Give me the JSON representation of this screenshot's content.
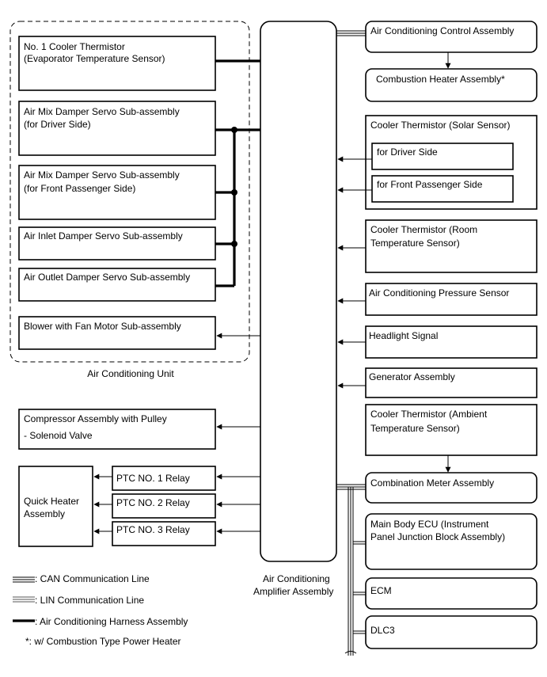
{
  "air_conditioning_unit": {
    "group_label": "Air Conditioning Unit",
    "no1_cooler_thermistor": [
      "No. 1 Cooler Thermistor",
      "(Evaporator Temperature Sensor)"
    ],
    "air_mix_driver": [
      "Air Mix Damper Servo Sub-assembly",
      "(for Driver Side)"
    ],
    "air_mix_passenger": [
      "Air Mix Damper Servo Sub-assembly",
      "(for Front Passenger Side)"
    ],
    "air_inlet_damper": "Air Inlet Damper Servo Sub-assembly",
    "air_outlet_damper": "Air Outlet Damper Servo Sub-assembly",
    "blower": "Blower with Fan Motor Sub-assembly"
  },
  "compressor": [
    "Compressor Assembly with Pulley",
    "- Solenoid Valve"
  ],
  "quick_heater": [
    "Quick Heater",
    "Assembly"
  ],
  "ptc_relays": [
    "PTC NO. 1 Relay",
    "PTC NO. 2 Relay",
    "PTC NO. 3 Relay"
  ],
  "amplifier": [
    "Air Conditioning",
    "Amplifier Assembly"
  ],
  "right_column": {
    "ac_control": "Air Conditioning Control Assembly",
    "combustion_heater": "Combustion Heater Assembly*",
    "solar_sensor": "Cooler Thermistor (Solar Sensor)",
    "solar_driver": "for Driver Side",
    "solar_passenger": "for Front Passenger Side",
    "room_temp": [
      "Cooler Thermistor (Room",
      "Temperature Sensor)"
    ],
    "pressure_sensor": "Air Conditioning Pressure Sensor",
    "headlight": "Headlight Signal",
    "generator": "Generator Assembly",
    "ambient_temp": [
      "Cooler Thermistor (Ambient",
      "Temperature Sensor)"
    ],
    "combination_meter": "Combination Meter Assembly",
    "main_body_ecu": [
      "Main Body ECU (Instrument",
      "Panel Junction Block Assembly)"
    ],
    "ecm": "ECM",
    "dlc3": "DLC3"
  },
  "legend": {
    "can": ": CAN Communication Line",
    "lin": ": LIN Communication Line",
    "harness": ": Air Conditioning Harness Assembly",
    "note": "*: w/ Combustion Type Power Heater"
  }
}
